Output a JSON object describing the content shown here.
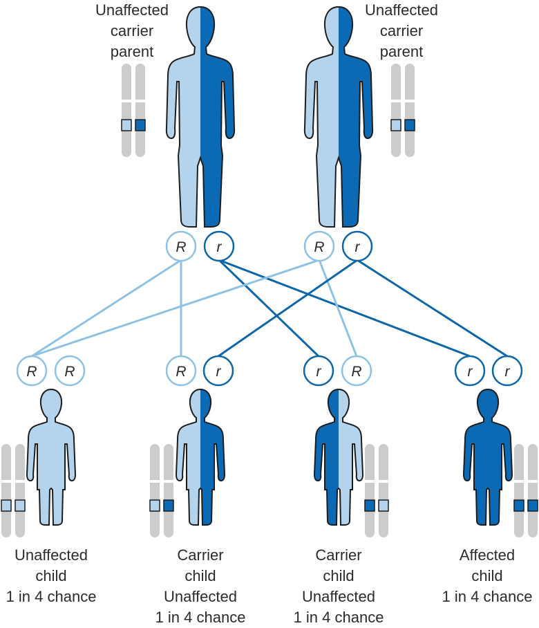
{
  "colors": {
    "light": "#b3d4ec",
    "dark": "#0b6ab3",
    "light_stroke": "#8ec2e4",
    "dark_stroke": "#0d66a8",
    "chromosome": "#cccccc"
  },
  "icons": [
    "parent-figure-icon",
    "child-figure-icon",
    "chromosome-pair-icon"
  ],
  "parents": [
    {
      "label": [
        "Unaffected",
        "carrier",
        "parent"
      ],
      "alleles": [
        "R",
        "r"
      ],
      "figure": "half"
    },
    {
      "label": [
        "Unaffected",
        "carrier",
        "parent"
      ],
      "alleles": [
        "R",
        "r"
      ],
      "figure": "half"
    }
  ],
  "children": [
    {
      "label": [
        "Unaffected",
        "child",
        "1 in 4 chance"
      ],
      "alleles": [
        "R",
        "R"
      ],
      "figure": "light"
    },
    {
      "label": [
        "Carrier",
        "child",
        "Unaffected",
        "1 in 4 chance"
      ],
      "alleles": [
        "R",
        "r"
      ],
      "figure": "half"
    },
    {
      "label": [
        "Carrier",
        "child",
        "Unaffected",
        "1 in 4 chance"
      ],
      "alleles": [
        "r",
        "R"
      ],
      "figure": "half-reverse"
    },
    {
      "label": [
        "Affected",
        "child",
        "1 in 4 chance"
      ],
      "alleles": [
        "r",
        "r"
      ],
      "figure": "dark"
    }
  ]
}
